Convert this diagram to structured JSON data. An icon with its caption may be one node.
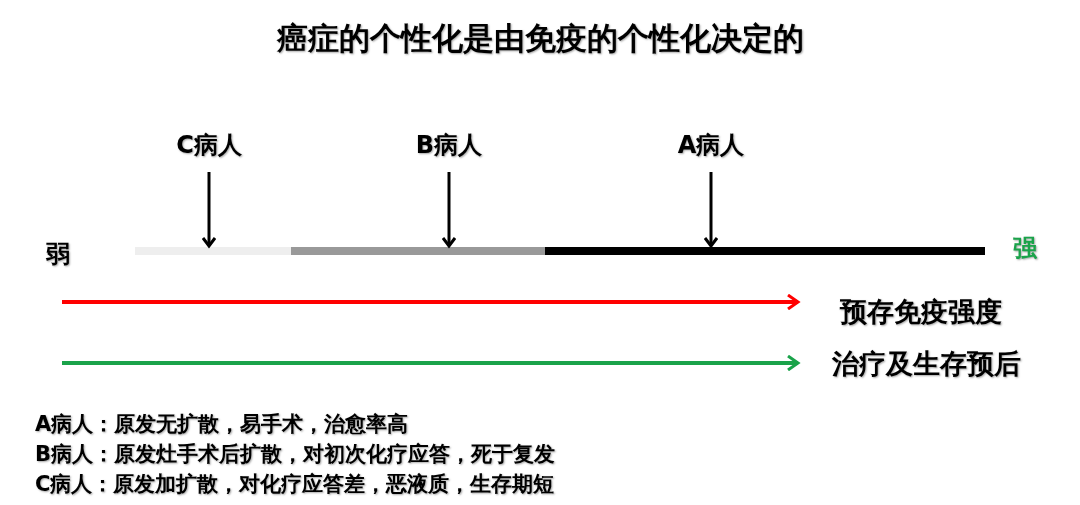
{
  "diagram": {
    "title": "癌症的个性化是由免疫的个性化决定的",
    "nodes": [
      {
        "text": [
          "C病人"
        ]
      },
      {
        "text": [
          "B病人"
        ]
      },
      {
        "text": [
          "A病人"
        ]
      },
      {
        "text": [],
        "shape": "bar"
      },
      {
        "text": [],
        "shape": "bar"
      },
      {
        "text": [],
        "shape": "bar"
      }
    ],
    "edges": [
      {
        "from": 0,
        "to": 3,
        "arrow": "to"
      },
      {
        "from": 1,
        "to": 4,
        "arrow": "to"
      },
      {
        "from": 2,
        "to": 5,
        "arrow": "to"
      }
    ],
    "labels": [
      "弱",
      "强",
      "预存免疫强度",
      "治疗及生存预后",
      "A病人：原发无扩散，易手术，治愈率高",
      "B病人：原发灶手术后扩散，对初次化疗应答，死于复发",
      "C病人：原发加扩散，对化疗应答差，恶液质，生存期短"
    ]
  }
}
